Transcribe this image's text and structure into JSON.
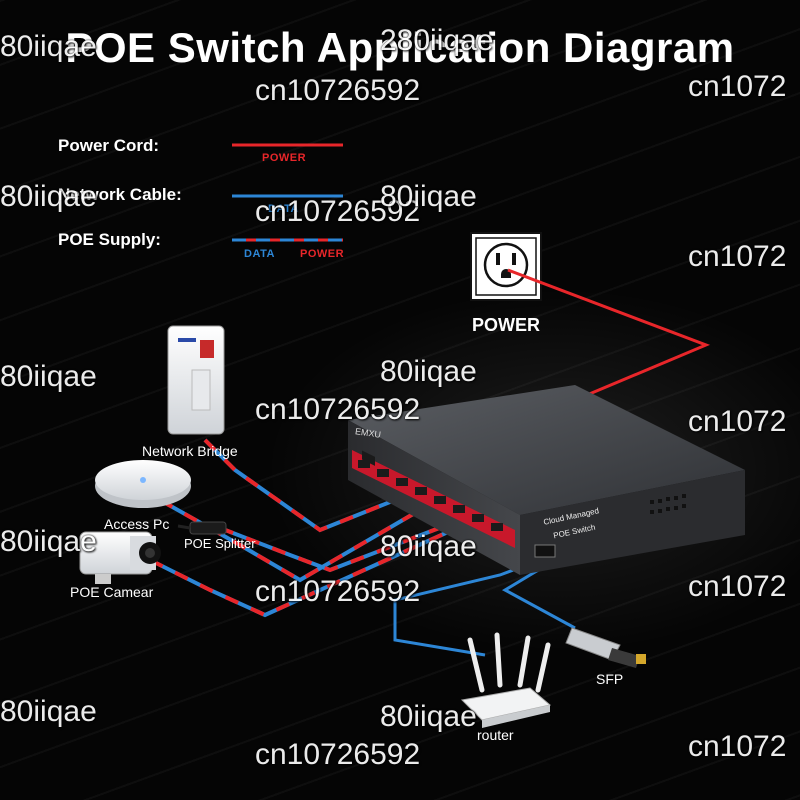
{
  "title": "POE Switch Application Diagram",
  "legend": {
    "power_cord": "Power Cord:",
    "network_cable": "Network Cable:",
    "poe_supply": "POE Supply:",
    "power_tag": "POWER",
    "data_tag": "DATA",
    "data_power_tag_data": "DATA",
    "data_power_tag_power": "POWER"
  },
  "devices": {
    "power": "POWER",
    "network_bridge": "Network Bridge",
    "access_point": "Access Pc",
    "poe_splitter": "POE Splitter",
    "poe_camera": "POE Camear",
    "router": "router",
    "sfp": "SFP",
    "switch_brand": "EMXU",
    "switch_label_1": "Cloud Managed",
    "switch_label_2": "POE Switch"
  },
  "watermarks": [
    "80iiqae",
    "280iiqae",
    "cn10726592",
    "cn1072",
    "80iiqae",
    "cn10726592",
    "80iiqae",
    "cn1072",
    "80iiqae",
    "cn10726592",
    "80iiqae",
    "cn1072",
    "80iiqae",
    "cn10726592",
    "80iiqae",
    "cn1072",
    "80iiqae",
    "cn10726592",
    "80iiqae",
    "cn1072"
  ],
  "colors": {
    "power": "#e8262a",
    "data": "#2d86d6",
    "background": "#050505",
    "switch_body": "#4a4d52",
    "switch_ports": "#c8182b"
  }
}
